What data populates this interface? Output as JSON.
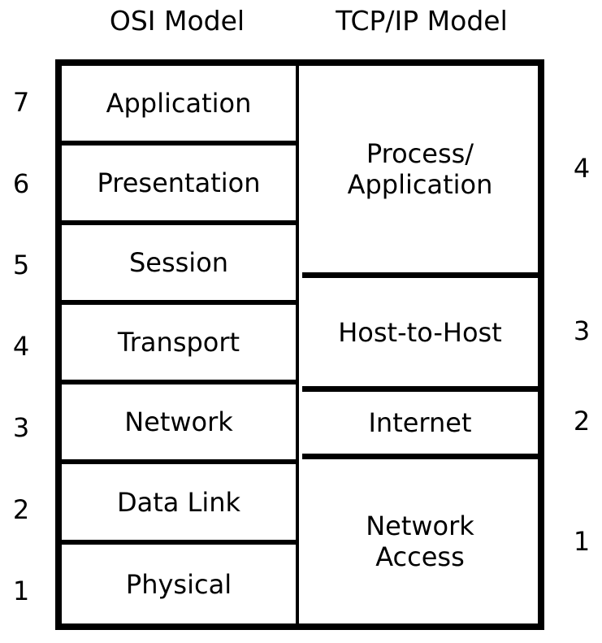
{
  "diagram": {
    "title": "OSI Model and TCP/IP Model layer comparison",
    "background_color": "#ffffff",
    "line_color": "#000000",
    "text_color": "#000000"
  },
  "columns": {
    "osi": {
      "heading": "OSI Model",
      "layers": [
        {
          "number": "7",
          "label": "Application"
        },
        {
          "number": "6",
          "label": "Presentation"
        },
        {
          "number": "5",
          "label": "Session"
        },
        {
          "number": "4",
          "label": "Transport"
        },
        {
          "number": "3",
          "label": "Network"
        },
        {
          "number": "2",
          "label": "Data Link"
        },
        {
          "number": "1",
          "label": "Physical"
        }
      ]
    },
    "tcpip": {
      "heading": "TCP/IP Model",
      "layers": [
        {
          "number": "4",
          "label_line1": "Process/",
          "label_line2": "Application"
        },
        {
          "number": "3",
          "label_line1": "Host-to-Host",
          "label_line2": ""
        },
        {
          "number": "2",
          "label_line1": "Internet",
          "label_line2": ""
        },
        {
          "number": "1",
          "label_line1": "Network",
          "label_line2": "Access"
        }
      ]
    }
  },
  "left_numbers": [
    "7",
    "6",
    "5",
    "4",
    "3",
    "2",
    "1"
  ],
  "right_numbers": [
    "4",
    "3",
    "2",
    "1"
  ]
}
